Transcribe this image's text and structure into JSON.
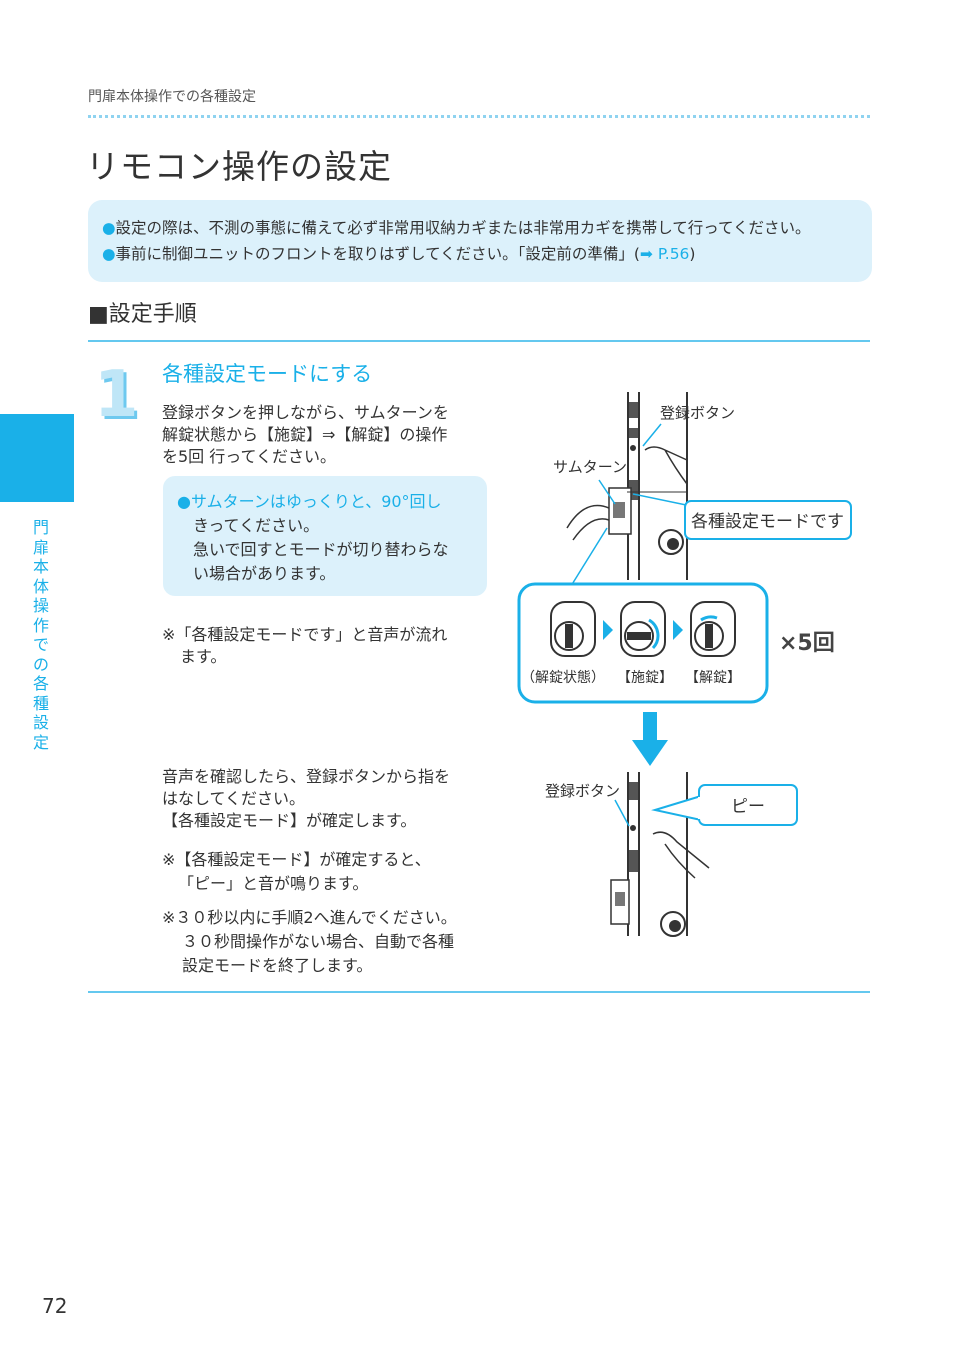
{
  "header": {
    "breadcrumb": "門扉本体操作での各種設定"
  },
  "page": {
    "title": "リモコン操作の設定",
    "number": "72"
  },
  "notice": {
    "bullet": "●",
    "line1": "設定の際は、不測の事態に備えて必ず非常用収納カギまたは非常用カギを携帯して行ってください。",
    "line2_text": "事前に制御ユニットのフロントを取りはずしてください。「設定前の準備」(",
    "line2_arrow": "➡",
    "line2_ref": " P.56",
    "line2_end": ")"
  },
  "section": {
    "heading": "■設定手順"
  },
  "sidebar": {
    "chapter": "門扉本体操作での各種設定"
  },
  "step": {
    "number": "1",
    "title": "各種設定モードにする",
    "instruction": [
      "登録ボタンを押しながら、サムターンを",
      "解錠状態から【施錠】⇒【解錠】の操作",
      "を5回 行ってください。"
    ],
    "tip": [
      "●サムターンはゆっくりと、90°回し",
      "きってください。",
      "急いで回すとモードが切り替わらな",
      "い場合があります。"
    ],
    "note1": [
      "※「各種設定モードです」と音声が流れ",
      "ます。"
    ],
    "confirm": [
      "音声を確認したら、登録ボタンから指を",
      "はなしてください。",
      "【各種設定モード】が確定します。"
    ],
    "note2": [
      "※【各種設定モード】が確定すると、",
      "「ピー」と音が鳴ります。"
    ],
    "note3": [
      "※３０秒以内に手順2へ進んでください。",
      "３０秒間操作がない場合、自動で各種",
      "設定モードを終了します。"
    ]
  },
  "illustration": {
    "label_register_button": "登録ボタン",
    "label_thumbturn": "サムターン",
    "voice_bubble": "各種設定モードです",
    "state_unlocked": "（解錠状態）",
    "state_lock": "【施錠】",
    "state_unlock": "【解錠】",
    "repeat": "×5回",
    "label_register_button2": "登録ボタン",
    "beep_bubble": "ピー"
  },
  "colors": {
    "accent": "#1ab0e8",
    "light_box": "#dcf1fb"
  }
}
